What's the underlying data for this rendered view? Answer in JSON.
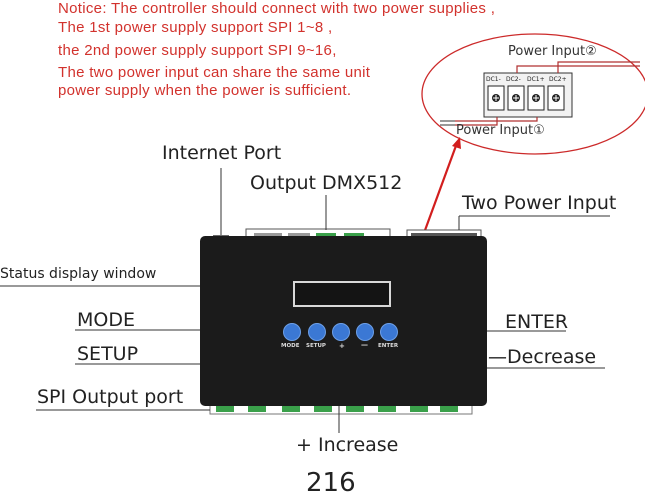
{
  "notice": [
    "Notice: The controller should connect with two power supplies ,",
    "The 1st power supply support SPI 1~8 ,",
    "the 2nd power supply support SPI 9~16,",
    "The two power input can share the same unit",
    "power supply when the power is sufficient."
  ],
  "labels": {
    "internet_port": "Internet Port",
    "output_dmx": "Output DMX512",
    "two_power": "Two Power Input",
    "status_window": "Status display window",
    "mode": "MODE",
    "setup": "SETUP",
    "enter": "ENTER",
    "decrease": "—Decrease",
    "spi_output": "SPI Output port",
    "increase": "+ Increase"
  },
  "inset": {
    "power_input_1": "Power Input①",
    "power_input_2": "Power Input②",
    "terminals": [
      "DC1-",
      "DC2-",
      "DC1+",
      "DC2+"
    ]
  },
  "buttons": [
    "MODE",
    "SETUP",
    "+",
    "—",
    "ENTER"
  ],
  "page_number": "216",
  "colors": {
    "notice": "#d2322d",
    "button": "#3b78d4",
    "device": "#1b1b1b",
    "callout_arrow": "#d21e1e"
  }
}
